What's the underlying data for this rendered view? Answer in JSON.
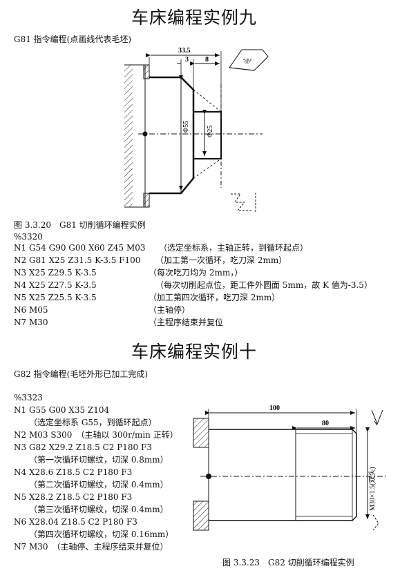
{
  "example9": {
    "title": "车床编程实例九",
    "subtitle": "G81 指令编程(点画线代表毛坯)",
    "figure": {
      "dim_total": "33.5",
      "dim_a": "3",
      "dim_b": "8",
      "dia_large": "Φ55",
      "dia_small": "Φ25",
      "caption": "图 3.3.20　G81 切削循环编程实例"
    },
    "program_no": "%3320",
    "lines": [
      {
        "code": "N1 G54 G90 G00 X60 Z45 M03",
        "comment": "（选定坐标系，主轴正转，到循环起点）"
      },
      {
        "code": "N2 G81 X25 Z31.5 K-3.5 F100",
        "comment": "（加工第一次循环，吃刀深 2mm）"
      },
      {
        "code": "N3 X25 Z29.5 K-3.5",
        "comment": "（每次吃刀均为 2mm，）"
      },
      {
        "code": "N4 X25 Z27.5 K-3.5",
        "comment": "（每次切削起点位，距工件外圆面 5mm，故 K 值为-3.5）"
      },
      {
        "code": "N5 X25 Z25.5 K-3.5",
        "comment": "（加工第四次循环，吃刀深 2mm）"
      },
      {
        "code": "N6 M05",
        "comment": "（主轴停）"
      },
      {
        "code": "N7 M30",
        "comment": "（主程序结束并复位"
      }
    ]
  },
  "example10": {
    "title": "车床编程实例十",
    "subtitle": "G82 指令编程(毛坯外形已加工完成)",
    "program_no": "%3323",
    "lines": [
      "N1 G55 G00 X35 Z104",
      "（选定坐标系 G55，到循环起点）",
      "N2 M03 S300　（主轴以 300r/min 正转）",
      "N3 G82 X29.2 Z18.5 C2 P180 F3",
      "（第一次循环切螺纹，切深 0.8mm）",
      "N4 X28.6 Z18.5 C2 P180 F3",
      "（第二次循环切螺纹，切深 0.4mm）",
      "N5 X28.2 Z18.5 C2 P180 F3",
      "（第三次循环切螺纹，切深 0.4mm）",
      "N6 X28.04 Z18.5 C2 P180 F3",
      "（第四次循环切螺纹，切深 0.16mm）",
      "N7 M30　（主轴停、主程序结束并复位）"
    ],
    "figure": {
      "dim_total": "100",
      "dim_thread": "80",
      "thread_label": "M30×1.5(双头)",
      "caption": "图 3.3.23　G82 切削循环编程实例"
    }
  }
}
